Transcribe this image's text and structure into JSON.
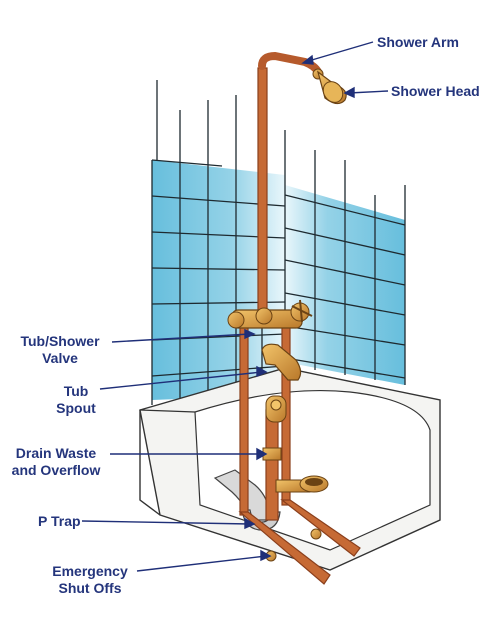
{
  "callouts": {
    "shower_arm": {
      "lines": [
        "Shower Arm"
      ]
    },
    "shower_head": {
      "lines": [
        "Shower Head"
      ]
    },
    "tub_shower_valve": {
      "lines": [
        "Tub/Shower",
        "Valve"
      ]
    },
    "tub_spout": {
      "lines": [
        "Tub",
        "Spout"
      ]
    },
    "drain_waste_overflow": {
      "lines": [
        "Drain Waste",
        "and Overflow"
      ]
    },
    "p_trap": {
      "lines": [
        "P Trap"
      ]
    },
    "emergency_shut_offs": {
      "lines": [
        "Emergency",
        "Shut Offs"
      ]
    }
  },
  "colors": {
    "label_text": "#24357c",
    "leader_line": "#1f2f78",
    "tile_blue": "#6cc3df",
    "tile_light": "#d8eff7",
    "copper_pipe": "#b65a2c",
    "brass_fitting": "#d49a3a",
    "tub_white": "#f4f4f2",
    "pvc_grey": "#d9d9d9"
  }
}
